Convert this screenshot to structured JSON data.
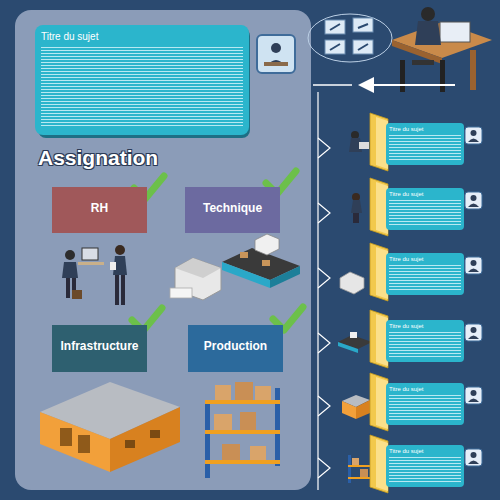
{
  "diagram": {
    "nodes": [
      {
        "text": [
          "Titre du sujet"
        ]
      },
      {
        "text": [
          "RH"
        ]
      },
      {
        "text": [
          "Technique"
        ]
      },
      {
        "text": [
          "Infrastructure"
        ]
      },
      {
        "text": [
          "Production"
        ]
      },
      {
        "text": [
          "Titre du sujet"
        ]
      },
      {
        "text": [
          "Titre du sujet"
        ]
      },
      {
        "text": [
          "Titre du sujet"
        ]
      },
      {
        "text": [
          "Titre du sujet"
        ]
      },
      {
        "text": [
          "Titre du sujet"
        ]
      },
      {
        "text": [
          "Titre du sujet"
        ]
      }
    ],
    "labels": [
      "Assignation"
    ]
  }
}
